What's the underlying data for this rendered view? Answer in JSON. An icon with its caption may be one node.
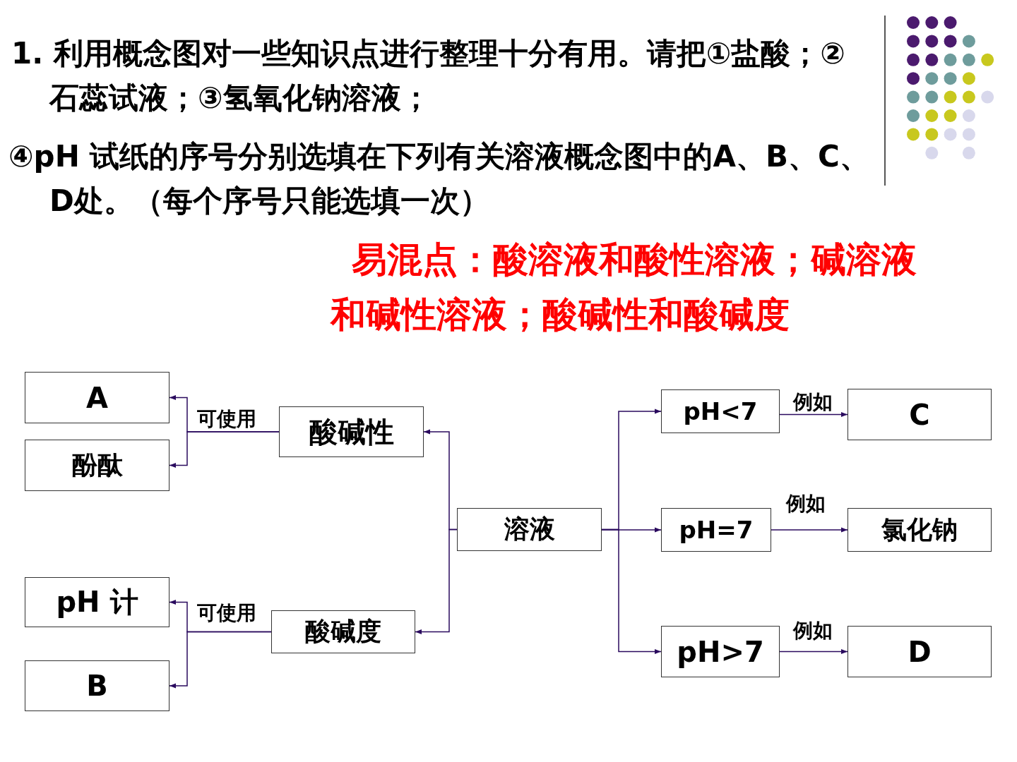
{
  "diagram": {
    "nodes": [
      {
        "text": [
          "A"
        ]
      },
      {
        "text": [
          "酚酞"
        ]
      },
      {
        "text": [
          "酸碱性"
        ]
      },
      {
        "text": [
          "pH 计"
        ]
      },
      {
        "text": [
          "B"
        ]
      },
      {
        "text": [
          "酸碱度"
        ]
      },
      {
        "text": [
          "溶液"
        ]
      },
      {
        "text": [
          "pH<7"
        ]
      },
      {
        "text": [
          "C"
        ]
      },
      {
        "text": [
          "pH=7"
        ]
      },
      {
        "text": [
          "氯化钠"
        ]
      },
      {
        "text": [
          "pH>7"
        ]
      },
      {
        "text": [
          "D"
        ]
      }
    ],
    "edges": [
      {
        "from": 6,
        "to": 2,
        "arrow": "to"
      },
      {
        "from": 6,
        "to": 5,
        "arrow": "to"
      },
      {
        "from": 2,
        "to": 0,
        "arrow": "to",
        "label": "可使用"
      },
      {
        "from": 2,
        "to": 1,
        "arrow": "to"
      },
      {
        "from": 5,
        "to": 3,
        "arrow": "to",
        "label": "可使用"
      },
      {
        "from": 5,
        "to": 4,
        "arrow": "to"
      },
      {
        "from": 6,
        "to": 7,
        "arrow": "to"
      },
      {
        "from": 6,
        "to": 9,
        "arrow": "to"
      },
      {
        "from": 6,
        "to": 11,
        "arrow": "to"
      },
      {
        "from": 7,
        "to": 8,
        "arrow": "to",
        "label": "例如"
      },
      {
        "from": 9,
        "to": 10,
        "arrow": "to",
        "label": "例如"
      },
      {
        "from": 11,
        "to": 12,
        "arrow": "to",
        "label": "例如"
      }
    ],
    "labels": [
      "1. 利用概念图对一些知识点进行整理十分有用。请把①盐酸；②石蕊试液；③氢氧化钠溶液；",
      "④pH 试纸的序号分别选填在下列有关溶液概念图中的A、B、C、D处。（每个序号只能选填一次）",
      "易混点：酸溶液和酸性溶液；碱溶液和碱性溶液；酸碱性和酸碱度"
    ]
  }
}
